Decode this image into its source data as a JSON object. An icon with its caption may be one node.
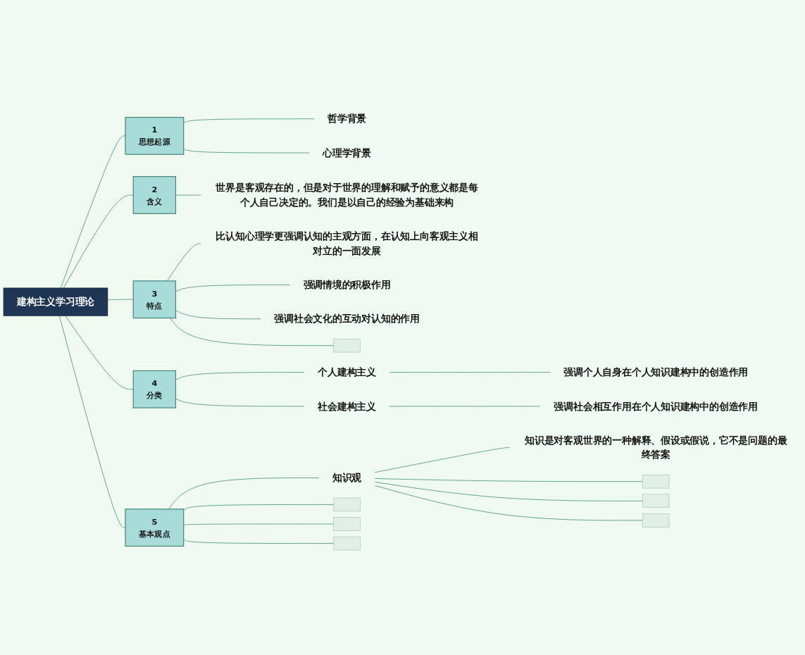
{
  "diagram": {
    "nodes": [
      {
        "text": [
          "建构主义学习理论"
        ]
      },
      {
        "text": [
          "1",
          "思想起源"
        ]
      },
      {
        "text": [
          "哲学背景"
        ]
      },
      {
        "text": [
          "心理学背景"
        ]
      },
      {
        "text": [
          "2",
          "含义"
        ]
      },
      {
        "text": [
          "世界是客观存在的，但是对于世界的理解和赋予的意义都是每个人自己决定的。我们是以自己的经验为基础来构"
        ]
      },
      {
        "text": [
          "3",
          "特点"
        ]
      },
      {
        "text": [
          "比认知心理学更强调认知的主观方面，在认知上向客观主义相对立的一面发展"
        ]
      },
      {
        "text": [
          "强调情境的积极作用"
        ]
      },
      {
        "text": [
          "强调社会文化的互动对认知的作用"
        ]
      },
      {
        "text": [],
        "shape": "box"
      },
      {
        "text": [
          "4",
          "分类"
        ]
      },
      {
        "text": [
          "个人建构主义"
        ]
      },
      {
        "text": [
          "强调个人自身在个人知识建构中的创造作用"
        ]
      },
      {
        "text": [
          "社会建构主义"
        ]
      },
      {
        "text": [
          "强调社会相互作用在个人知识建构中的创造作用"
        ]
      },
      {
        "text": [
          "5",
          "基本观点"
        ]
      },
      {
        "text": [
          "知识观"
        ]
      },
      {
        "text": [
          "知识是对客观世界的一种解释、假设或假说，它不是问题的最终答案"
        ]
      },
      {
        "text": [],
        "shape": "box"
      },
      {
        "text": [],
        "shape": "box"
      },
      {
        "text": [],
        "shape": "box"
      },
      {
        "text": [],
        "shape": "box"
      },
      {
        "text": [],
        "shape": "box"
      },
      {
        "text": [],
        "shape": "box"
      }
    ],
    "edges": [
      {
        "from": 0,
        "to": 1,
        "arrow": "none"
      },
      {
        "from": 1,
        "to": 2,
        "arrow": "none"
      },
      {
        "from": 1,
        "to": 3,
        "arrow": "none"
      },
      {
        "from": 0,
        "to": 4,
        "arrow": "none"
      },
      {
        "from": 4,
        "to": 5,
        "arrow": "none"
      },
      {
        "from": 0,
        "to": 6,
        "arrow": "none"
      },
      {
        "from": 6,
        "to": 7,
        "arrow": "none"
      },
      {
        "from": 6,
        "to": 8,
        "arrow": "none"
      },
      {
        "from": 6,
        "to": 9,
        "arrow": "none"
      },
      {
        "from": 6,
        "to": 10,
        "arrow": "none"
      },
      {
        "from": 0,
        "to": 11,
        "arrow": "none"
      },
      {
        "from": 11,
        "to": 12,
        "arrow": "none"
      },
      {
        "from": 12,
        "to": 13,
        "arrow": "none"
      },
      {
        "from": 11,
        "to": 14,
        "arrow": "none"
      },
      {
        "from": 14,
        "to": 15,
        "arrow": "none"
      },
      {
        "from": 0,
        "to": 16,
        "arrow": "none"
      },
      {
        "from": 16,
        "to": 17,
        "arrow": "none"
      },
      {
        "from": 17,
        "to": 18,
        "arrow": "none"
      },
      {
        "from": 17,
        "to": 19,
        "arrow": "none"
      },
      {
        "from": 17,
        "to": 20,
        "arrow": "none"
      },
      {
        "from": 17,
        "to": 21,
        "arrow": "none"
      },
      {
        "from": 16,
        "to": 22,
        "arrow": "none"
      },
      {
        "from": 16,
        "to": 23,
        "arrow": "none"
      },
      {
        "from": 16,
        "to": 24,
        "arrow": "none"
      }
    ]
  }
}
